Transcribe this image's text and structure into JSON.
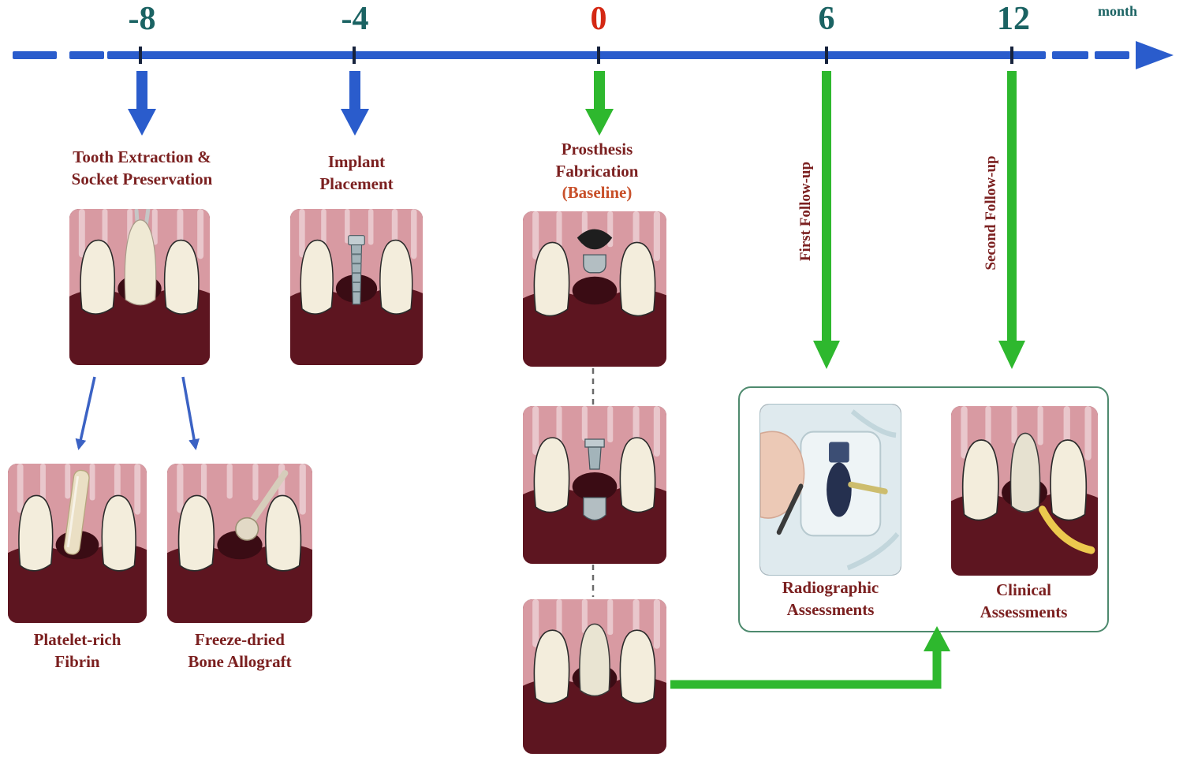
{
  "timeline": {
    "unit_label": "month",
    "ticks": [
      {
        "label": "-8"
      },
      {
        "label": "-4"
      },
      {
        "label": "0"
      },
      {
        "label": "6"
      },
      {
        "label": "12"
      }
    ]
  },
  "events": {
    "extraction": {
      "line1": "Tooth Extraction &",
      "line2": "Socket Preservation"
    },
    "implant": {
      "line1": "Implant",
      "line2": "Placement"
    },
    "prosthesis": {
      "line1": "Prosthesis",
      "line2": "Fabrication",
      "line3": "(Baseline)"
    },
    "first_followup": "First Follow-up",
    "second_followup": "Second Follow-up"
  },
  "socket_options": {
    "prf": {
      "line1": "Platelet-rich",
      "line2": "Fibrin"
    },
    "fdba": {
      "line1": "Freeze-dried",
      "line2": "Bone Allograft"
    }
  },
  "assessments": {
    "radiographic": {
      "line1": "Radiographic",
      "line2": "Assessments"
    },
    "clinical": {
      "line1": "Clinical",
      "line2": "Assessments"
    }
  },
  "colors": {
    "timeline_blue": "#2a5ccc",
    "arrow_green": "#2eb82e",
    "label_maroon": "#7b2020",
    "tick_teal": "#1b6363",
    "zero_red": "#d42814",
    "baseline_red": "#c8502a"
  }
}
